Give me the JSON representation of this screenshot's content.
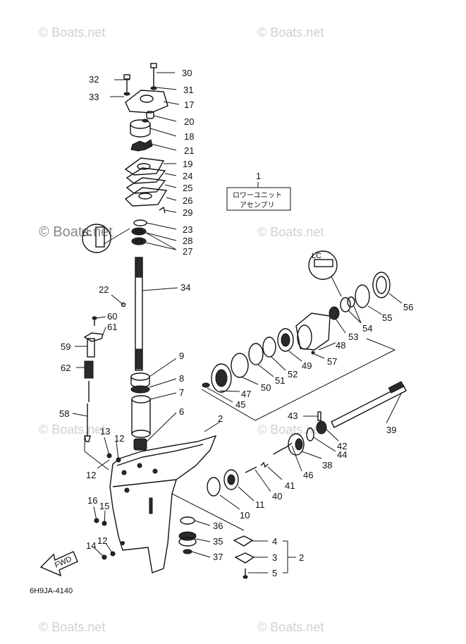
{
  "watermark": "© Boats.net",
  "diagram_code": "6H9JA-4140",
  "assembly_label": {
    "number": "1",
    "line1": "ロワーユニット",
    "line2": "アセンブリ"
  },
  "fwd_label": "FWD",
  "callouts": [
    "32",
    "30",
    "33",
    "31",
    "17",
    "20",
    "18",
    "21",
    "19",
    "24",
    "25",
    "26",
    "29",
    "23",
    "28",
    "27",
    "34",
    "22",
    "60",
    "61",
    "59",
    "62",
    "58",
    "9",
    "8",
    "7",
    "6",
    "2",
    "13",
    "12",
    "12",
    "16",
    "15",
    "14",
    "12",
    "36",
    "35",
    "37",
    "4",
    "3",
    "5",
    "2",
    "10",
    "11",
    "40",
    "41",
    "46",
    "38",
    "44",
    "42",
    "39",
    "43",
    "45",
    "47",
    "50",
    "51",
    "52",
    "49",
    "57",
    "48",
    "53",
    "54",
    "54",
    "55",
    "56"
  ]
}
